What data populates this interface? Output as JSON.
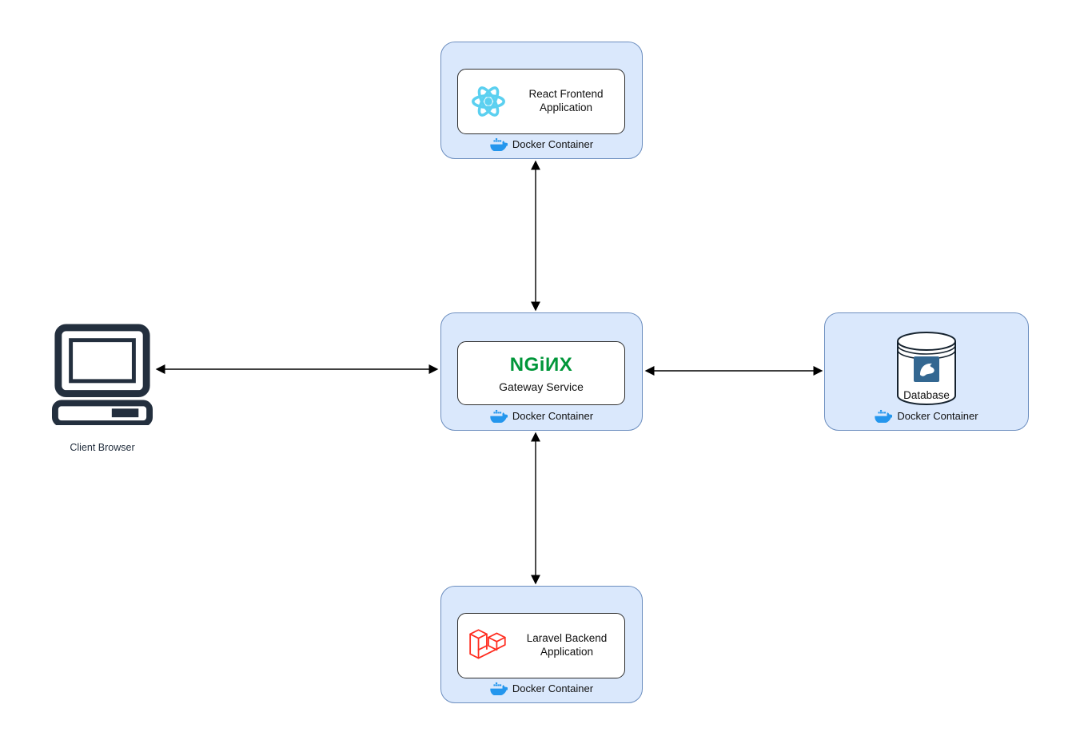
{
  "colors": {
    "container_fill": "#DAE8FC",
    "container_stroke": "#6C8EBF",
    "node_fill": "#FFFFFF",
    "node_stroke": "#2D2D2D",
    "arrow": "#000000",
    "docker_blue": "#2496ED",
    "react_cyan": "#5BD0F0",
    "nginx_green": "#009639",
    "laravel_red": "#FF2D20",
    "client_navy": "#232F3E",
    "db_icon_bg": "#336791",
    "text": "#141414"
  },
  "nodes": {
    "client": {
      "label": "Client Browser",
      "icon": "computer"
    },
    "frontend": {
      "label": "React Frontend Application",
      "badge": "Docker Container",
      "icon": "react-logo"
    },
    "gateway": {
      "wordmark": "NGiИX",
      "label": "Gateway Service",
      "badge": "Docker Container",
      "icon": "nginx-wordmark"
    },
    "database": {
      "label": "Database",
      "badge": "Docker Container",
      "icon": "database-cylinder"
    },
    "backend": {
      "label": "Laravel Backend Application",
      "badge": "Docker Container",
      "icon": "laravel-logo"
    }
  },
  "edges": [
    {
      "from": "client-browser",
      "to": "gateway-service",
      "style": "bidirectional"
    },
    {
      "from": "react-frontend",
      "to": "gateway-service",
      "style": "bidirectional"
    },
    {
      "from": "gateway-service",
      "to": "database",
      "style": "bidirectional"
    },
    {
      "from": "gateway-service",
      "to": "laravel-backend",
      "style": "bidirectional"
    }
  ]
}
